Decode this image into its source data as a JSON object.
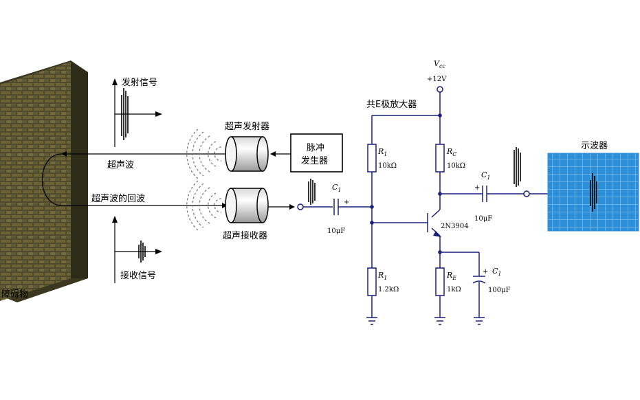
{
  "labels": {
    "emit_signal": "发射信号",
    "receive_signal": "接收信号",
    "obstacle": "障碍物",
    "ultrasonic_wave": "超声波",
    "echo": "超声波的回波",
    "transmitter": "超声发射器",
    "receiver": "超声接收器",
    "pulse_line1": "脉冲",
    "pulse_line2": "发生器",
    "amplifier": "共E极放大器",
    "oscilloscope": "示波器"
  },
  "components": {
    "vcc": "V",
    "vcc_sub": "cc",
    "vcc_value": "+12V",
    "r1_name": "R",
    "r1_sub": "1",
    "r1_value": "10kΩ",
    "rc_name": "R",
    "rc_sub": "C",
    "rc_value": "10kΩ",
    "r2_name": "R",
    "r2_sub": "1",
    "r2_value": "1.2kΩ",
    "re_name": "R",
    "re_sub": "E",
    "re_value": "1kΩ",
    "c1_name": "C",
    "c1_sub": "1",
    "c1_value": "10μF",
    "c2_name": "C",
    "c2_sub": "1",
    "c2_value": "10μF",
    "c3_name": "C",
    "c3_sub": "1",
    "c3_value": "100μF",
    "transistor": "2N3904",
    "plus": "+"
  },
  "colors": {
    "circuit": "#1a1f7a",
    "screen": "#2d8fd8",
    "grid": "#9fd0f5",
    "brick": "#5a5230",
    "wave": "#7a7a7a"
  }
}
